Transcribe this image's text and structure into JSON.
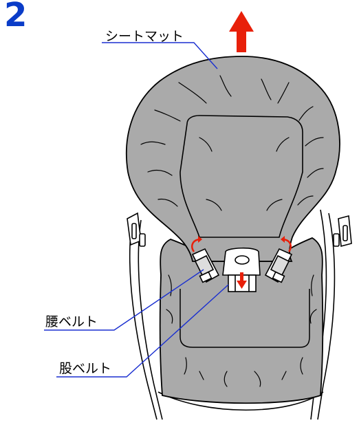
{
  "step_number": "2",
  "labels": {
    "seat_mat": "シートマット",
    "waist_belt": "腰ベルト",
    "crotch_belt": "股ベルト"
  },
  "colors": {
    "step_number": "#0a3cc8",
    "leader_line": "#1a2fd0",
    "arrow": "#e8200a",
    "seat_fill": "#aaaaaa",
    "outline": "#000000"
  },
  "icons": {
    "pull_arrow": "arrow-up-icon",
    "buckle_arrow": "arrow-down-icon",
    "rotate_arrows": "rotate-arrow-icon"
  }
}
